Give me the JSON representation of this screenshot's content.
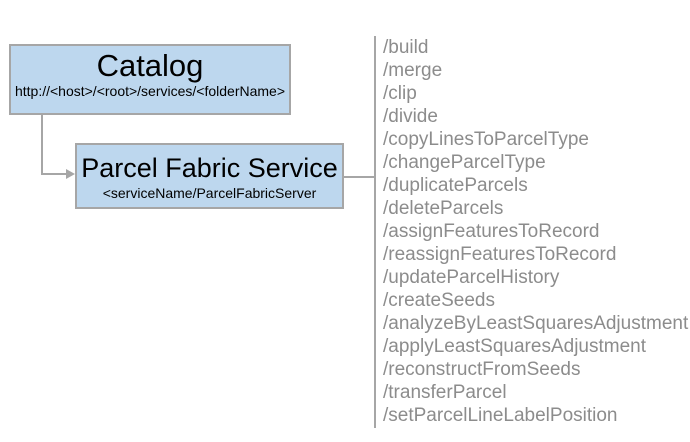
{
  "catalog": {
    "title": "Catalog",
    "subtitle": "http://<host>/<root>/services/<folderName>"
  },
  "service": {
    "title": "Parcel Fabric Service",
    "subtitle": "<serviceName/ParcelFabricServer"
  },
  "operations": [
    "/build",
    "/merge",
    "/clip",
    "/divide",
    "/copyLinesToParcelType",
    "/changeParcelType",
    "/duplicateParcels",
    "/deleteParcels",
    "/assignFeaturesToRecord",
    "/reassignFeaturesToRecord",
    "/updateParcelHistory",
    "/createSeeds",
    "/analyzeByLeastSquaresAdjustment",
    "/applyLeastSquaresAdjustment",
    "/reconstructFromSeeds",
    "/transferParcel",
    "/setParcelLineLabelPosition"
  ],
  "colors": {
    "node_fill": "#bdd7ee",
    "node_border": "#a6a6a6",
    "connector": "#a6a6a6",
    "operation_text": "#8c8c8c",
    "title_text": "#000000"
  }
}
